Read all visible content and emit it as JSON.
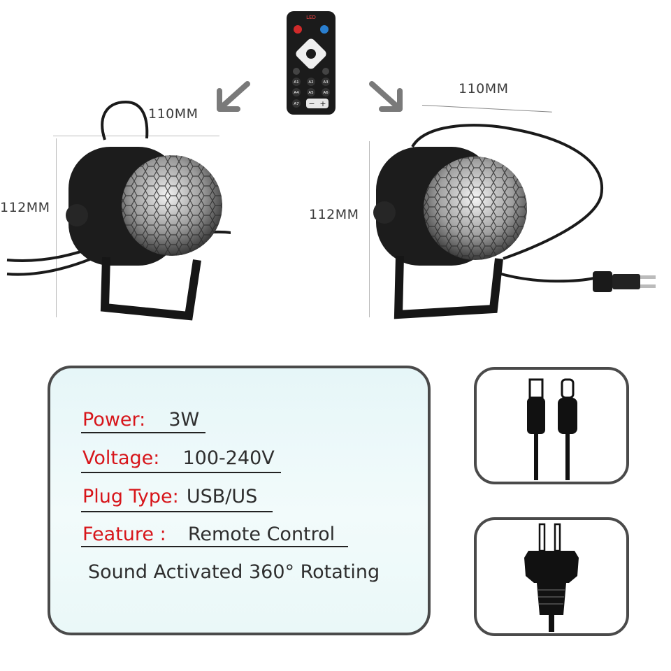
{
  "dimensions": {
    "left_width": "110MM",
    "left_height": "112MM",
    "right_width": "110MM",
    "right_height": "112MM"
  },
  "remote": {
    "brand_text": "LED",
    "buttons": [
      "A1",
      "A2",
      "A3",
      "A4",
      "A5",
      "A6",
      "A7"
    ],
    "minus": "−",
    "plus": "+"
  },
  "specs": {
    "power_label": "Power:",
    "power_value": "3W",
    "voltage_label": "Voltage:",
    "voltage_value": "100-240V",
    "plug_label": "Plug Type:",
    "plug_value": "USB/US",
    "feature_label": "Feature :",
    "feature_value": "Remote Control",
    "feature_extra": "Sound Activated 360°  Rotating"
  },
  "colors": {
    "label_red": "#d7151a",
    "card_border": "#4a4a4a",
    "card_bg": "#e6f6f8",
    "arrow_gray": "#7a7a7a"
  },
  "icons": {
    "arrow_left": "arrow-down-left-icon",
    "arrow_right": "arrow-down-right-icon",
    "usb_cable": "usb-cable-icon",
    "us_plug": "us-plug-icon"
  }
}
